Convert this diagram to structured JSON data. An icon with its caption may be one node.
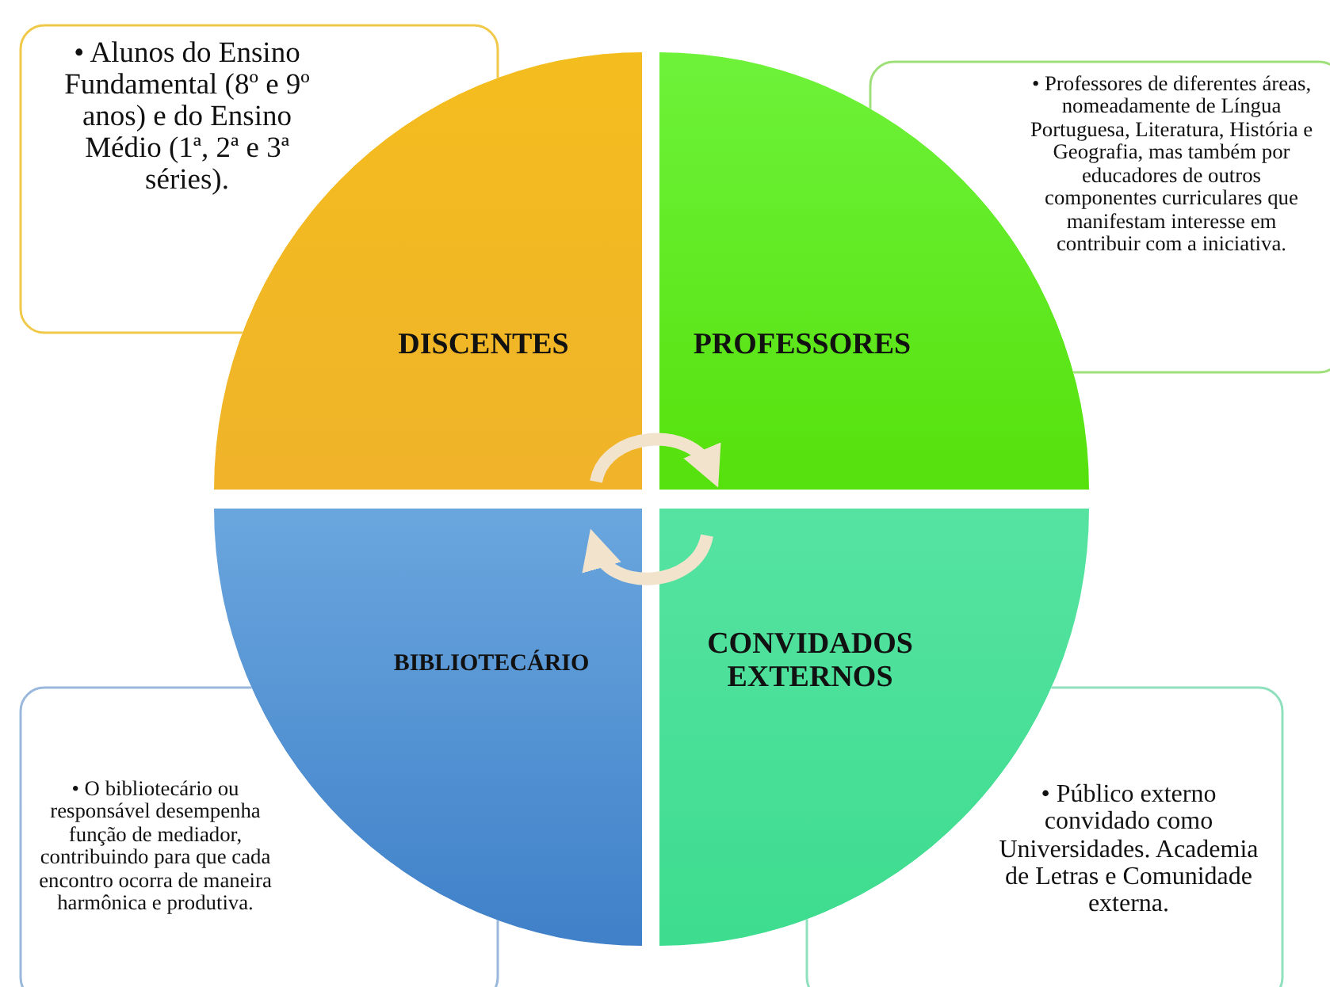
{
  "diagram": {
    "nodes": [
      {
        "text": [
          "• Alunos do Ensino Fundamental (8º e 9º anos) e do Ensino Médio (1ª, 2ª e 3ª séries)."
        ]
      },
      {
        "text": [
          "• Professores de diferentes áreas, nomeadamente de Língua Portuguesa, Literatura, História e Geografia, mas também por educadores de outros componentes curriculares que manifestam interesse em contribuir com a iniciativa."
        ]
      },
      {
        "text": [
          "DISCENTES"
        ]
      },
      {
        "text": [
          "PROFESSORES"
        ]
      },
      {
        "text": [
          "BIBLIOTECÁRIO"
        ]
      },
      {
        "text": [
          "CONVIDADOS EXTERNOS"
        ]
      },
      {
        "text": [
          "• O bibliotecário ou responsável  desempenha função de mediador, contribuindo para que cada encontro ocorra de maneira harmônica e produtiva."
        ]
      },
      {
        "text": [
          "• Público externo convidado como Universidades. Academia de Letras e Comunidade externa."
        ]
      }
    ],
    "edges": [
      {
        "from": 2,
        "to": 3,
        "arrow": "to"
      },
      {
        "from": 5,
        "to": 4,
        "arrow": "to"
      }
    ]
  }
}
